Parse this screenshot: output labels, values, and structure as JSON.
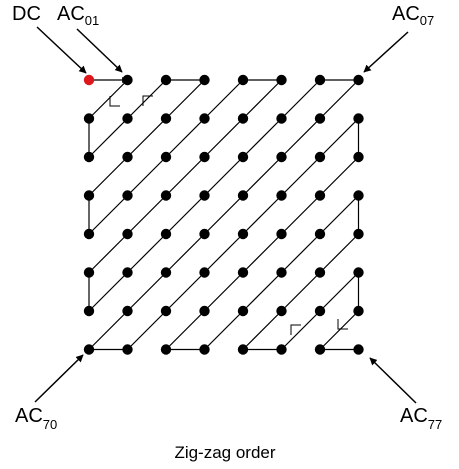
{
  "labels": {
    "dc": "DC",
    "ac01": {
      "main": "AC",
      "sub": "01"
    },
    "ac07": {
      "main": "AC",
      "sub": "07"
    },
    "ac70": {
      "main": "AC",
      "sub": "70"
    },
    "ac77": {
      "main": "AC",
      "sub": "77"
    }
  },
  "caption": "Zig-zag order",
  "grid": {
    "rows": 8,
    "cols": 8
  },
  "colors": {
    "dc_point": "#e0161d",
    "point": "#000000",
    "line": "#000000"
  }
}
